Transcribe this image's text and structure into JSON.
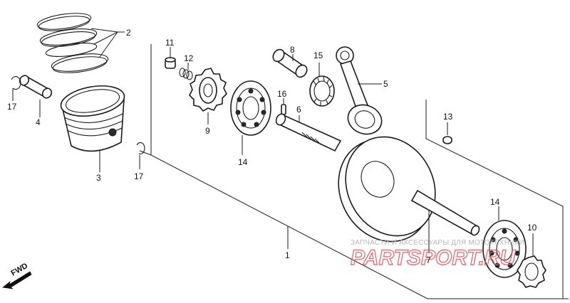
{
  "part_labels": {
    "p1": "1",
    "p2": "2",
    "p3": "3",
    "p4": "4",
    "p5": "5",
    "p6": "6",
    "p7": "7",
    "p8": "8",
    "p9": "9",
    "p10": "10",
    "p11": "11",
    "p12": "12",
    "p13": "13",
    "p14a": "14",
    "p14b": "14",
    "p15": "15",
    "p16": "16",
    "p17a": "17",
    "p17b": "17"
  },
  "direction_label": "FWD",
  "watermark": {
    "caption": "ЗАПЧАСТИ И АКСЕССУАРЫ ДЛЯ МОТОТЕХНИКИ",
    "logo_text": "PARTSPORT.RU",
    "color": "#e05a63"
  },
  "icons": [
    "fwd-arrow-icon"
  ]
}
